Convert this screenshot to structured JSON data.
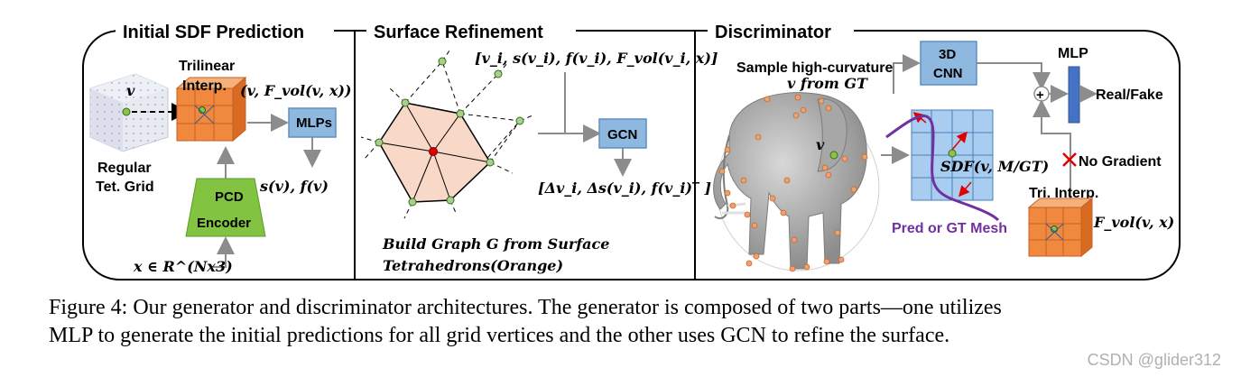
{
  "sections": {
    "initial": "Initial SDF Prediction",
    "refine": "Surface Refinement",
    "disc": "Discriminator"
  },
  "initial": {
    "v": "v",
    "grid_label_1": "Regular",
    "grid_label_2": "Tet. Grid",
    "trilinear_1": "Trilinear",
    "trilinear_2": "Interp.",
    "tri_output": "(v, F_vol(v, x))",
    "mlps": "MLPs",
    "mlp_output": "s(v), f(v)",
    "pcd_1": "PCD",
    "pcd_2": "Encoder",
    "input": "x ∈ R^(Nx3)"
  },
  "refine": {
    "top_formula": "[v_i, s(v_i), f(v_i), F_vol(v_i, x)]",
    "gcn": "GCN",
    "bottom_formula": "[Δv_i, Δs(v_i), f(v_i)‾ ]",
    "caption_1": "Build Graph G from Surface",
    "caption_2": "Tetrahedrons(Orange)"
  },
  "disc": {
    "sample_1": "Sample high-curvature",
    "sample_2": "v from GT",
    "v": "v",
    "cnn_1": "3D",
    "cnn_2": "CNN",
    "mlp": "MLP",
    "plus": "+",
    "real_fake": "Real/Fake",
    "sdf": "SDF(v, M/GT)",
    "no_gradient": "No Gradient",
    "tri_interp": "Tri. Interp.",
    "fvol": "F_vol(v, x)",
    "pred_gt": "Pred or GT Mesh"
  },
  "caption": {
    "line1": "Figure 4:  Our generator and discriminator architectures. The generator is composed of two parts—one utilizes",
    "line2": "MLP to generate the initial predictions for all grid vertices and the other uses GCN to refine the surface."
  },
  "watermark": "CSDN @glider312",
  "colors": {
    "orange_cube": "#f0883e",
    "blue_box": "#8fb8e0",
    "green_trapezoid": "#82c341",
    "purple_curve": "#7030a0",
    "tet_fill": "#f8d9c8",
    "sdf_grid": "#a9cdf0",
    "mlp_bar": "#4472c4"
  }
}
